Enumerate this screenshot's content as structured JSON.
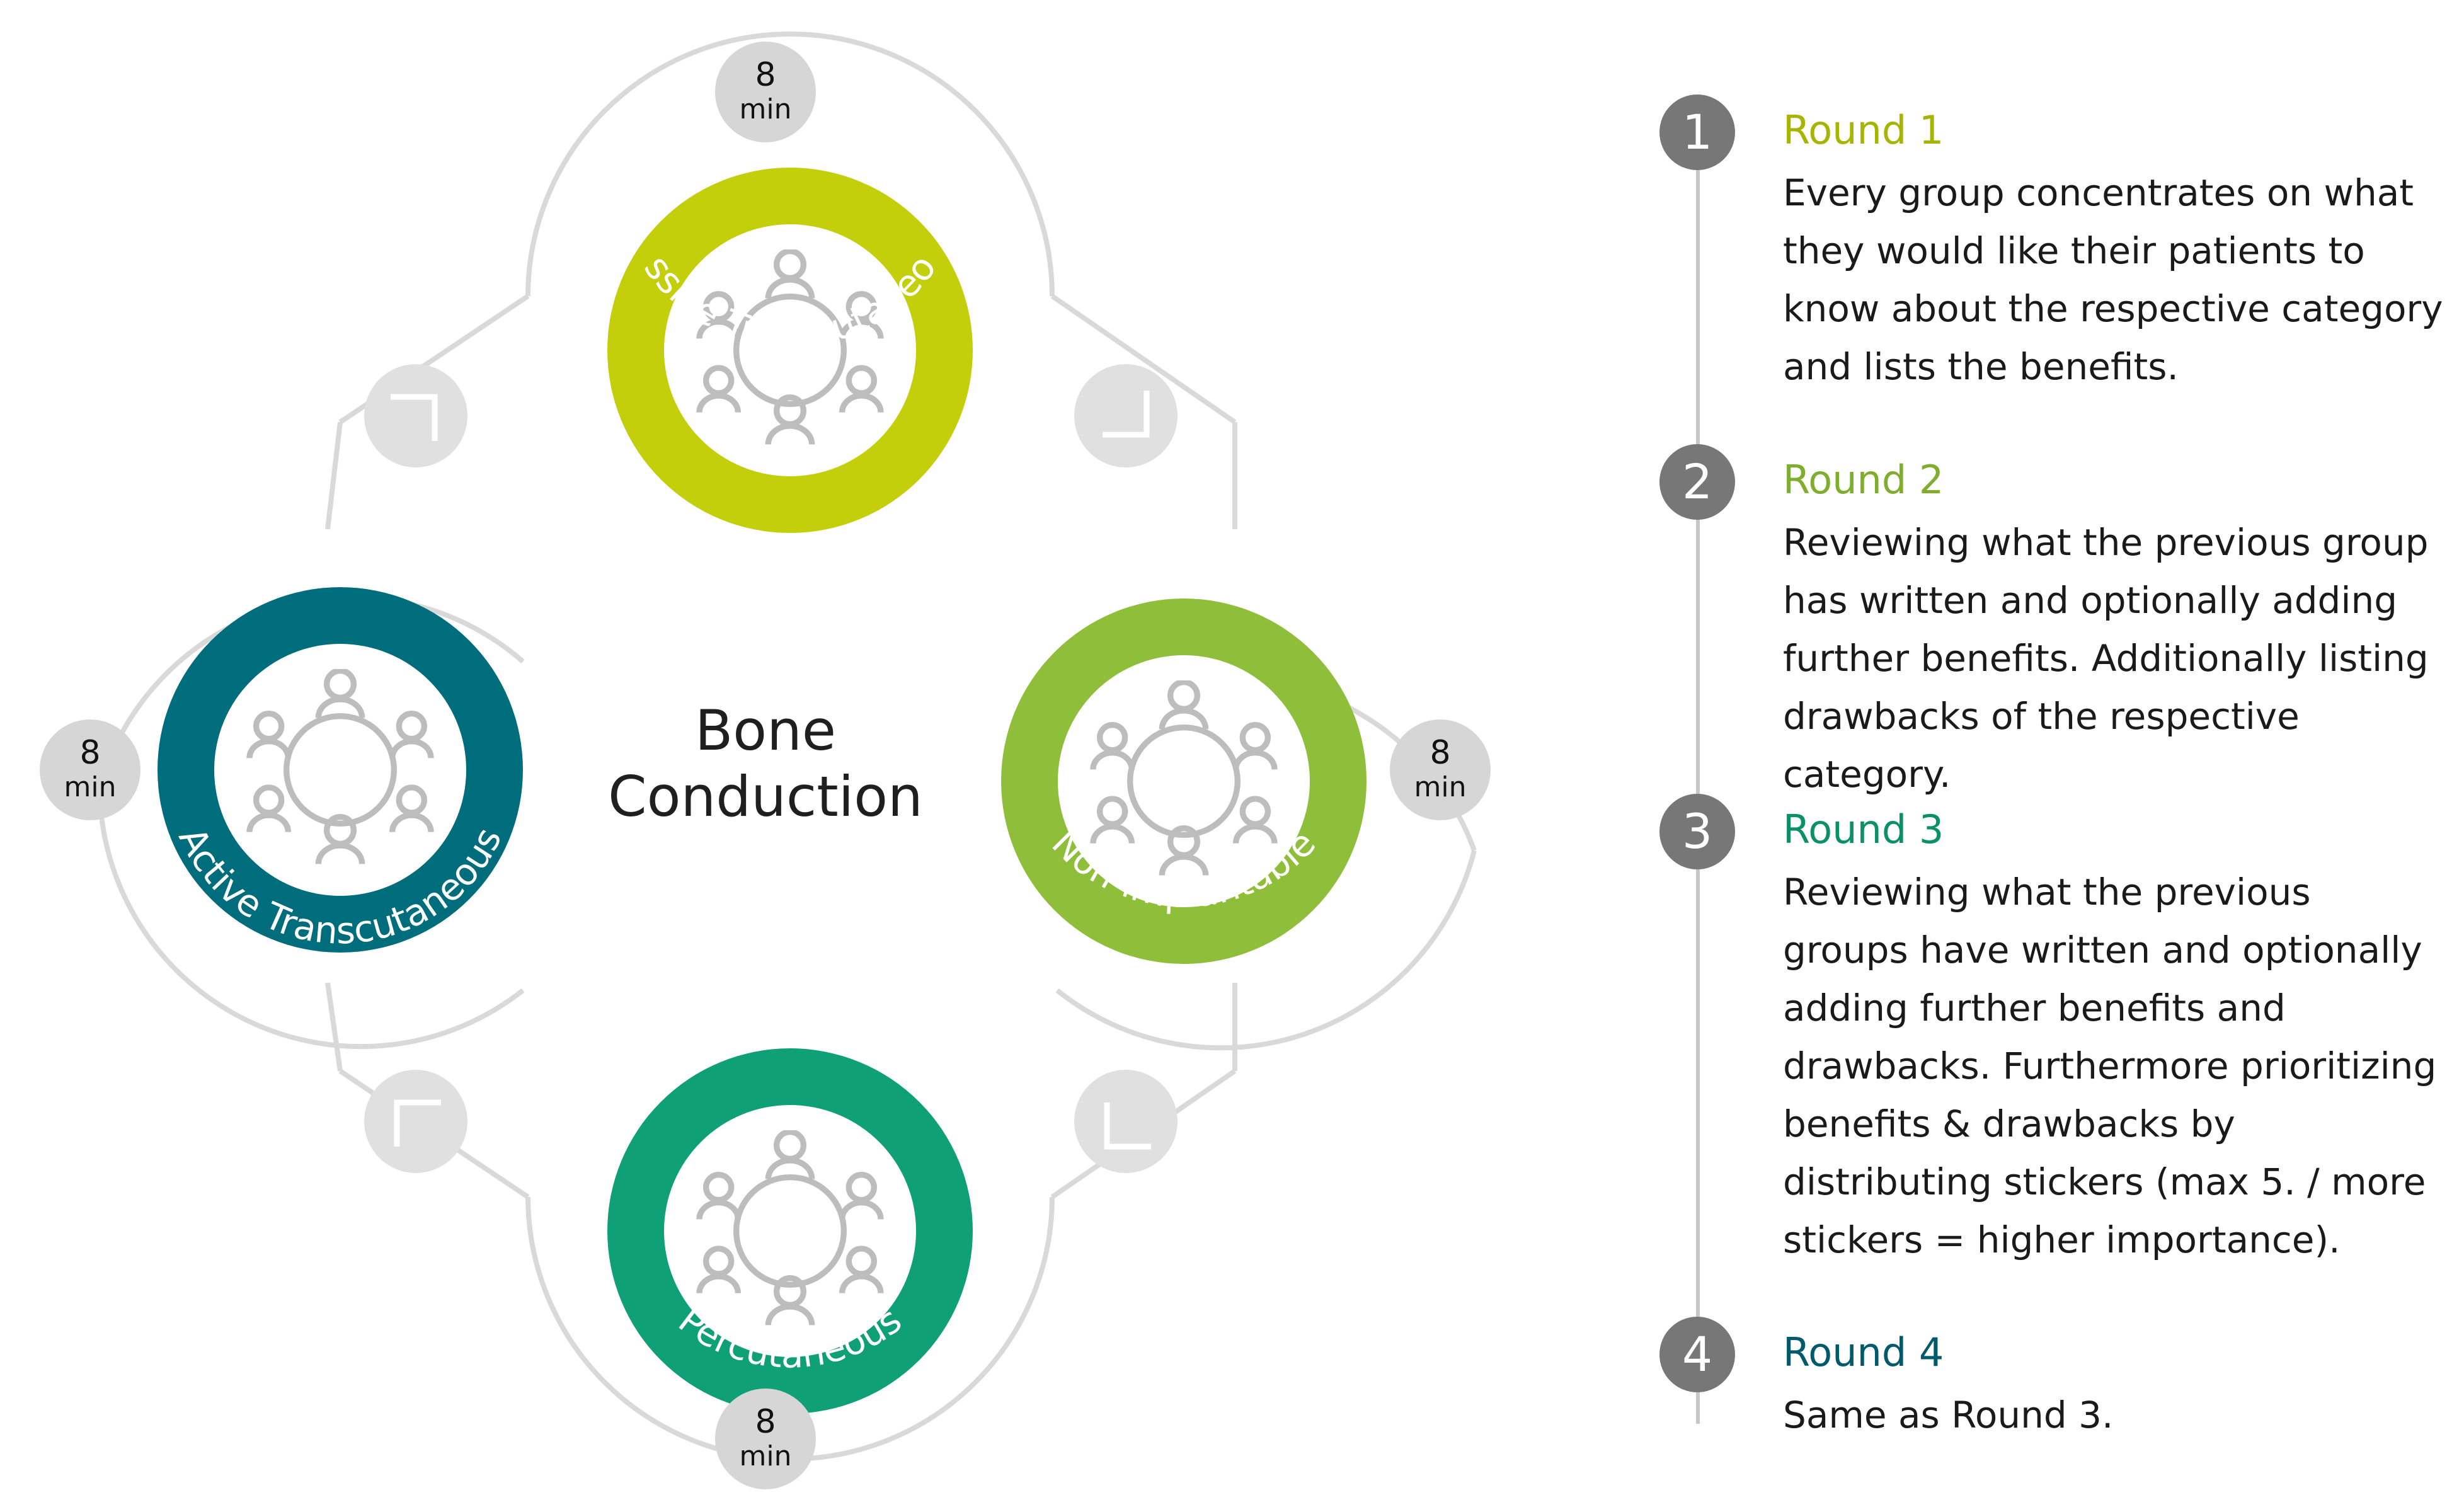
{
  "center": {
    "line1": "Bone",
    "line2": "Conduction"
  },
  "timer": {
    "value": "8",
    "unit": "min"
  },
  "categories": [
    {
      "label": "Passive Transcutaneous",
      "color": "#c3cf0a"
    },
    {
      "label": "Non-implantable",
      "color": "#8fbe3a"
    },
    {
      "label": "Percutaneous",
      "color": "#0fa078"
    },
    {
      "label": "Active Transcutaneous",
      "color": "#006d7c"
    }
  ],
  "rounds": [
    {
      "number": "1",
      "title": "Round 1",
      "color": "#a7b500",
      "text": "Every group concentrates on what they would like their patients to know about the respective category and lists the benefits."
    },
    {
      "number": "2",
      "title": "Round 2",
      "color": "#7fae2e",
      "text": "Reviewing what the previous group has written and optionally adding further benefits. Additionally listing drawbacks of the respective category."
    },
    {
      "number": "3",
      "title": "Round 3",
      "color": "#0c9068",
      "text": "Reviewing what the previous groups have written and optionally adding further benefits and drawbacks. Furthermore prioritizing benefits & drawbacks by distributing stickers (max 5. / more stickers = higher importance)."
    },
    {
      "number": "4",
      "title": "Round 4",
      "color": "#005a6b",
      "text": "Same as Round 3."
    }
  ]
}
